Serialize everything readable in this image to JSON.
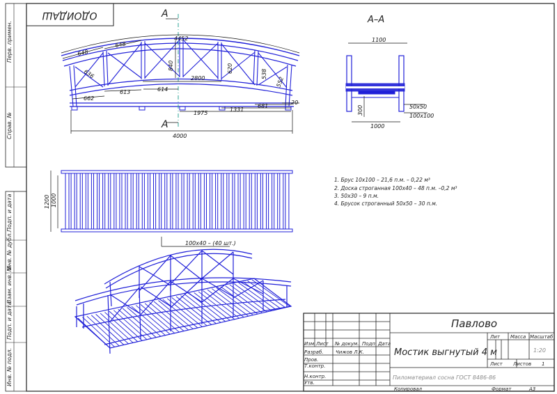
{
  "sheet": {
    "stamp_top": "ОДОИДАШ",
    "section_mark": "A",
    "section_title": "A–A"
  },
  "side_margin": [
    "Перв. примен.",
    "Справ. №",
    "Подп. и дата",
    "Инв. № дубл.",
    "Взам. инв. №",
    "Подп. и дата",
    "Инв. № подл."
  ],
  "elevation_dims": {
    "d4452": "4452",
    "d648a": "648",
    "d648b": "648",
    "d636": "636",
    "d840": "840",
    "d2800": "2800",
    "d620": "620",
    "d538": "538",
    "d552": "552",
    "d613": "613",
    "d614": "614",
    "d662": "662",
    "d1975": "1975",
    "d1331": "1331",
    "d681": "681",
    "d20": "20",
    "d4000": "4000"
  },
  "section_dims": {
    "d1100": "1100",
    "d300": "300",
    "d1000": "1000",
    "d50x50": "50х50",
    "d100x100": "100х100"
  },
  "plan_dims": {
    "d1200": "1200",
    "d1000v": "1000",
    "boards": "100х40 – (40 шт.)"
  },
  "spec": [
    "1. Брус 10х100 – 21,6 п.м. – 0,22 м³",
    "2. Доска строганная 100х40 – 48 п.м. –0,2 м³",
    "3.                  50х30 – 9 п.м.",
    "4. Брусок строганный 50х50 – 30 п.м."
  ],
  "title_block": {
    "company": "Павлово",
    "title": "Мостик выгнутый 4 м",
    "material": "Пиломатериал сосна  ГОСТ 8486-86",
    "col_lit": "Лит",
    "col_mass": "Масса",
    "col_scale": "Масштаб",
    "scale": "1:20",
    "sheet": "Лист",
    "sheets": "Листов",
    "sheets_count": "1",
    "copied": "Копировал",
    "format": "Формат",
    "format_value": "А3",
    "head_izm": "Изм.",
    "head_list": "Лист",
    "head_doc": "№ докум.",
    "head_sign": "Подп.",
    "head_date": "Дата",
    "row_razrab": "Разраб.",
    "row_razrab_name": "Чижов Л.К.",
    "row_prov": "Пров.",
    "row_tkontr": "Т.контр.",
    "row_nkontr": "Н.контр.",
    "row_utv": "Утв."
  },
  "colors": {
    "drawing": "#1f1fd8",
    "frame": "#222222"
  }
}
